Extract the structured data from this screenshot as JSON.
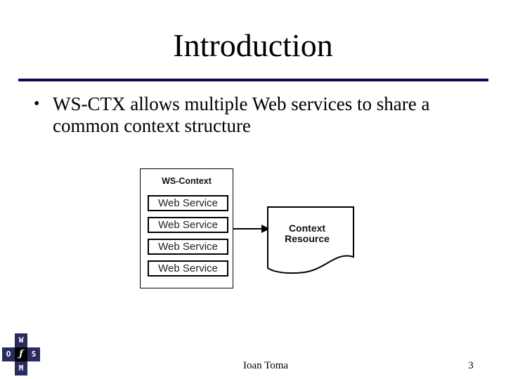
{
  "slide": {
    "title": "Introduction",
    "bullet_glyph": "•",
    "bullet": "WS-CTX allows multiple Web services to share a common context structure",
    "footer_author": "Ioan Toma",
    "page_number": "3"
  },
  "diagram": {
    "container_label": "WS-Context",
    "service_boxes": [
      "Web Service",
      "Web Service",
      "Web Service",
      "Web Service"
    ],
    "resource_label": "Context Resource"
  },
  "logo": {
    "top_letter": "W",
    "left_letter": "O",
    "center_glyph": "ƒ",
    "right_letter": "S",
    "bottom_letter": "M"
  },
  "colors": {
    "accent-line": "#0a0a50",
    "logo-navy": "#2b2b63",
    "logo-center": "#000000"
  }
}
